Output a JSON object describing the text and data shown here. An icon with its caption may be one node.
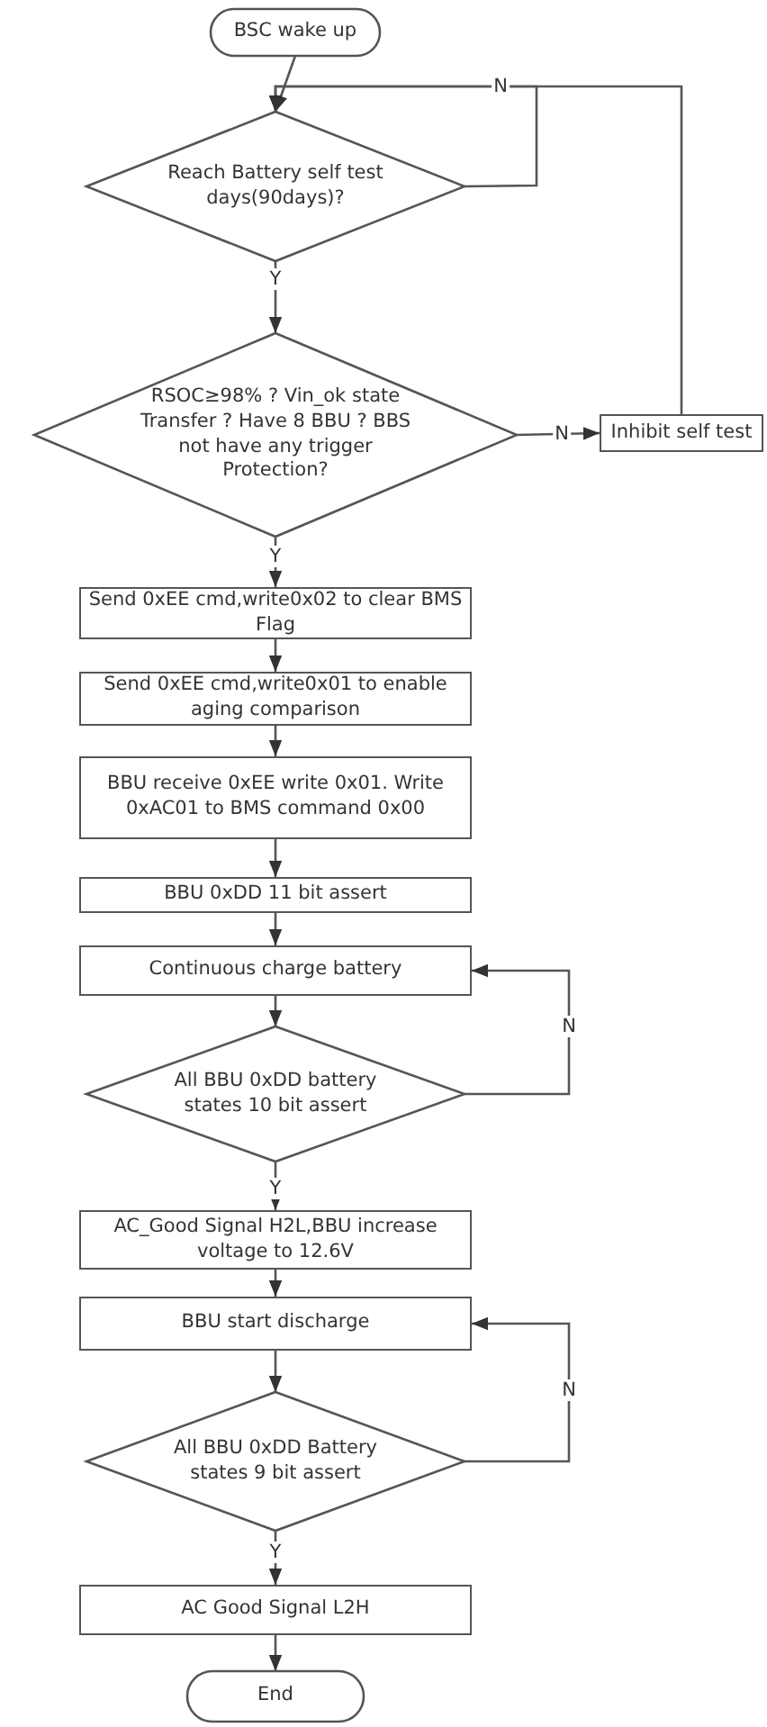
{
  "diagram": {
    "nodes": [
      {
        "text": [
          "BSC wake up"
        ]
      },
      {
        "text": [
          "Reach Battery self test days(90days)?"
        ]
      },
      {
        "text": [
          "RSOC≥98% ? Vin_ok state Transfer ? Have 8 BBU ? BBS not have any trigger Protection?"
        ]
      },
      {
        "text": [
          "Inhibit self test"
        ]
      },
      {
        "text": [
          "Send 0xEE cmd,write0x02 to clear BMS Flag"
        ]
      },
      {
        "text": [
          "Send 0xEE cmd,write0x01 to enable aging comparison"
        ]
      },
      {
        "text": [
          "BBU receive 0xEE write 0x01. Write 0xAC01 to BMS command 0x00"
        ]
      },
      {
        "text": [
          "BBU 0xDD 11 bit assert"
        ]
      },
      {
        "text": [
          "Continuous charge battery"
        ]
      },
      {
        "text": [
          "All BBU 0xDD battery states 10 bit assert"
        ]
      },
      {
        "text": [
          "AC_Good Signal H2L,BBU increase voltage to 12.6V"
        ]
      },
      {
        "text": [
          "BBU start discharge"
        ]
      },
      {
        "text": [
          "All BBU 0xDD Battery states 9 bit assert"
        ]
      },
      {
        "text": [
          "AC Good Signal L2H"
        ]
      },
      {
        "text": [
          "End"
        ]
      }
    ],
    "edges": [
      {
        "from": 0,
        "to": 1,
        "arrow": "to"
      },
      {
        "from": 1,
        "to": 1,
        "arrow": "to",
        "label": "N"
      },
      {
        "from": 1,
        "to": 2,
        "arrow": "to",
        "label": "Y"
      },
      {
        "from": 2,
        "to": 3,
        "arrow": "to",
        "label": "N"
      },
      {
        "from": 3,
        "to": 1,
        "arrow": "to"
      },
      {
        "from": 2,
        "to": 4,
        "arrow": "to",
        "label": "Y"
      },
      {
        "from": 4,
        "to": 5,
        "arrow": "to"
      },
      {
        "from": 5,
        "to": 6,
        "arrow": "to"
      },
      {
        "from": 6,
        "to": 7,
        "arrow": "to"
      },
      {
        "from": 7,
        "to": 8,
        "arrow": "to"
      },
      {
        "from": 8,
        "to": 9,
        "arrow": "to"
      },
      {
        "from": 9,
        "to": 8,
        "arrow": "to",
        "label": "N"
      },
      {
        "from": 9,
        "to": 10,
        "arrow": "to",
        "label": "Y"
      },
      {
        "from": 10,
        "to": 11,
        "arrow": "to"
      },
      {
        "from": 11,
        "to": 12,
        "arrow": "to"
      },
      {
        "from": 12,
        "to": 11,
        "arrow": "to",
        "label": "N"
      },
      {
        "from": 12,
        "to": 13,
        "arrow": "to",
        "label": "Y"
      },
      {
        "from": 13,
        "to": 14,
        "arrow": "to"
      }
    ]
  }
}
